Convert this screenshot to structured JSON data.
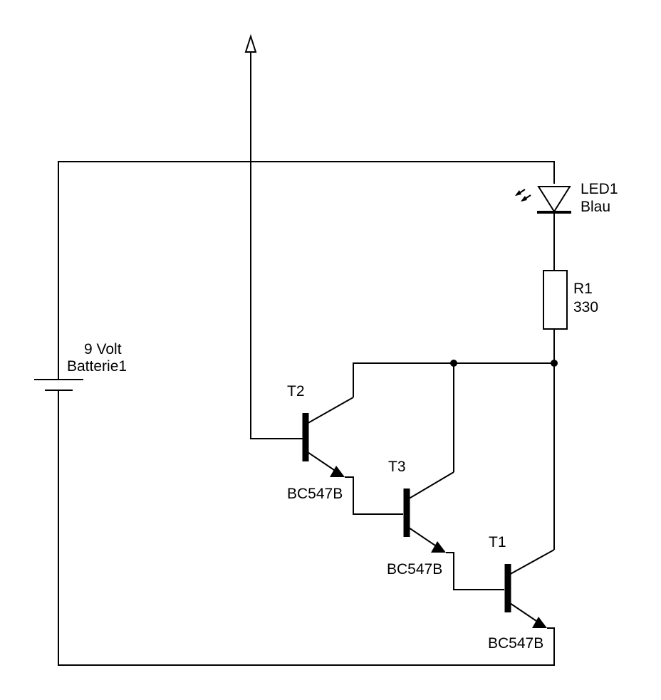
{
  "battery": {
    "voltage": "9 Volt",
    "name": "Batterie1"
  },
  "led": {
    "name": "LED1",
    "color": "Blau"
  },
  "resistor": {
    "name": "R1",
    "value": "330"
  },
  "transistors": [
    {
      "name": "T2",
      "type": "BC547B"
    },
    {
      "name": "T3",
      "type": "BC547B"
    },
    {
      "name": "T1",
      "type": "BC547B"
    }
  ],
  "colors": {
    "line": "#000000",
    "background": "#ffffff"
  }
}
